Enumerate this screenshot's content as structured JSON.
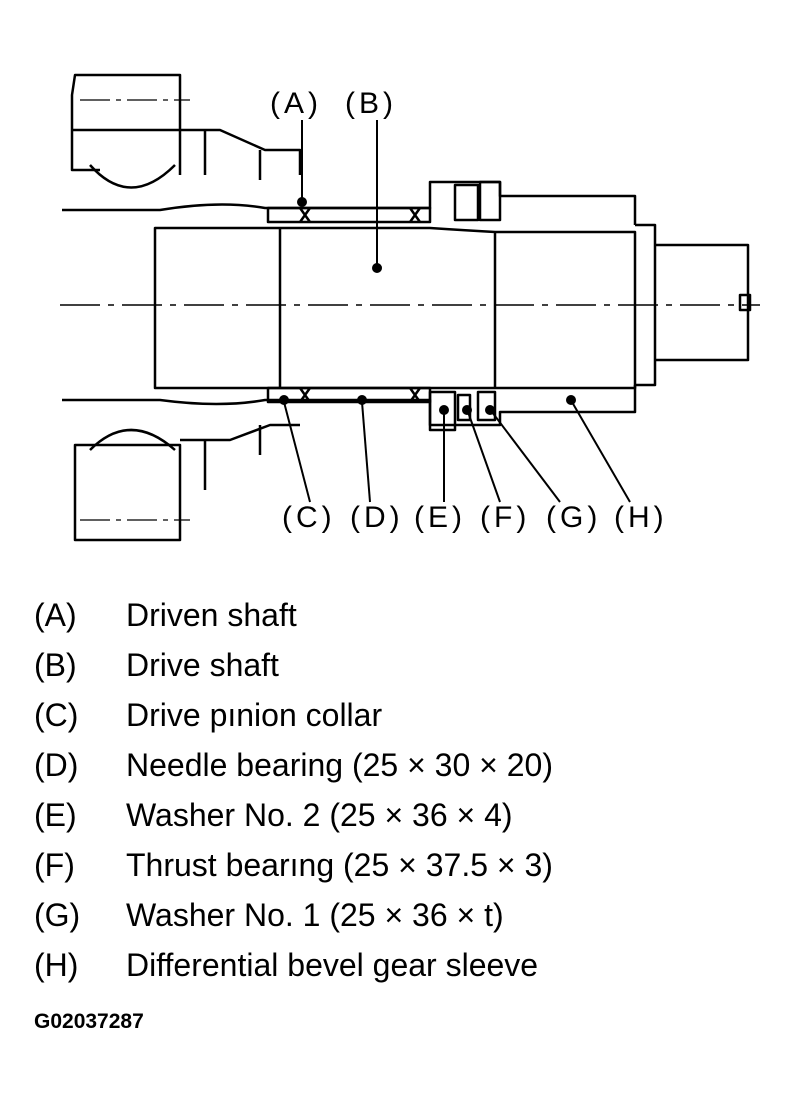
{
  "diagram": {
    "callouts": {
      "A": "(A)",
      "B": "(B)",
      "C": "(C)",
      "D": "(D)",
      "E": "(E)",
      "F": "(F)",
      "G": "(G)",
      "H": "(H)"
    }
  },
  "legend": [
    {
      "key": "(A)",
      "desc": "Driven shaft"
    },
    {
      "key": "(B)",
      "desc": "Drive shaft"
    },
    {
      "key": "(C)",
      "desc": "Drive pınion collar"
    },
    {
      "key": "(D)",
      "desc": "Needle bearing (25 × 30 × 20)"
    },
    {
      "key": "(E)",
      "desc": "Washer No. 2 (25 × 36 × 4)"
    },
    {
      "key": "(F)",
      "desc": "Thrust bearıng (25 × 37.5 × 3)"
    },
    {
      "key": "(G)",
      "desc": "Washer No. 1 (25 × 36 × t)"
    },
    {
      "key": "(H)",
      "desc": "Differential bevel gear sleeve"
    }
  ],
  "figure_id": "G02037287"
}
